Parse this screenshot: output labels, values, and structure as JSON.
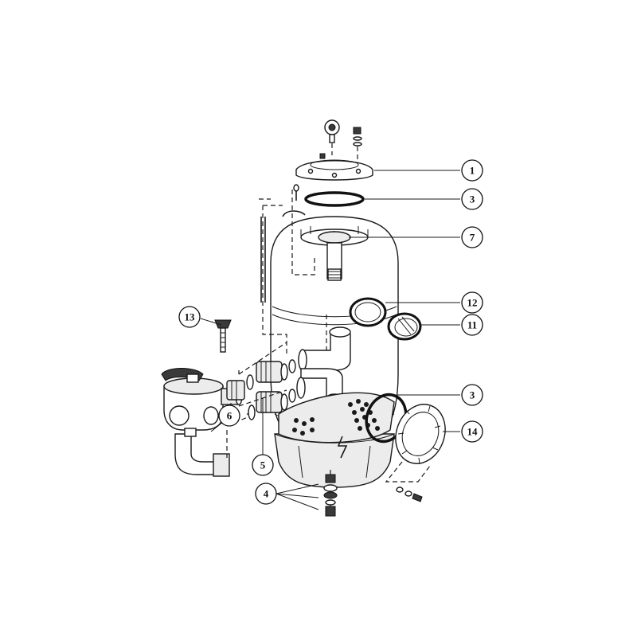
{
  "callouts": [
    {
      "id": "c1",
      "label": "1"
    },
    {
      "id": "c3a",
      "label": "3"
    },
    {
      "id": "c7",
      "label": "7"
    },
    {
      "id": "c12",
      "label": "12"
    },
    {
      "id": "c11",
      "label": "11"
    },
    {
      "id": "c13",
      "label": "13"
    },
    {
      "id": "c3b",
      "label": "3"
    },
    {
      "id": "c14",
      "label": "14"
    },
    {
      "id": "c6",
      "label": "6"
    },
    {
      "id": "c5",
      "label": "5"
    },
    {
      "id": "c4",
      "label": "4"
    }
  ]
}
